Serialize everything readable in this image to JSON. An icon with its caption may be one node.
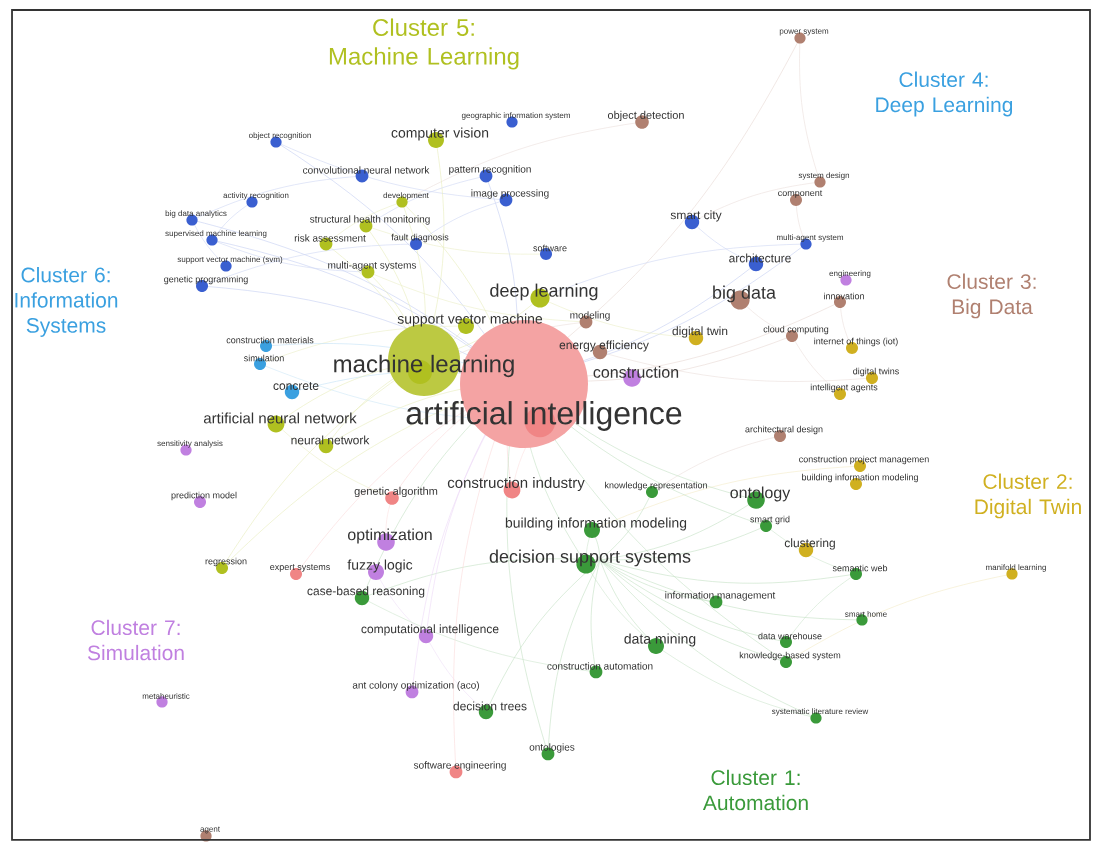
{
  "diagram": {
    "labels": [
      "power system",
      "Cluster 5: Machine Learning",
      "Cluster 4: Deep Learning",
      "geographic information system",
      "object detection",
      "object recognition",
      "computer vision",
      "convolutional neural network",
      "pattern recognition",
      "system design",
      "activity recognition",
      "development",
      "image processing",
      "component",
      "big data analytics",
      "structural health monitoring",
      "smart city",
      "supervised machine learning",
      "risk assessment",
      "fault diagnosis",
      "multi-agent system",
      "support vector machine (svm)",
      "software",
      "architecture",
      "multi-agent systems",
      "engineering",
      "genetic programming",
      "Cluster 6: Information Systems",
      "deep learning",
      "big data",
      "innovation",
      "Cluster 3: Big Data",
      "support vector machine",
      "modeling",
      "construction materials",
      "energy efficiency",
      "digital twin",
      "cloud computing",
      "internet of things (iot)",
      "simulation",
      "machine learning",
      "construction",
      "digital twins",
      "concrete",
      "intelligent agents",
      "artificial neural network",
      "artificial intelligence",
      "architectural design",
      "sensitivity analysis",
      "neural network",
      "construction project managemen",
      "prediction model",
      "genetic algorithm",
      "construction industry",
      "knowledge representation",
      "ontology",
      "building information modeling",
      "Cluster 2: Digital Twin",
      "building information modeling",
      "smart grid",
      "optimization",
      "clustering",
      "regression",
      "expert systems",
      "fuzzy logic",
      "decision support systems",
      "semantic web",
      "manifold learning",
      "case-based reasoning",
      "information management",
      "smart home",
      "Cluster 7: Simulation",
      "computational intelligence",
      "data mining",
      "data warehouse",
      "knowledge-based system",
      "construction automation",
      "metaheuristic",
      "ant colony optimization (aco)",
      "decision trees",
      "systematic literature review",
      "ontologies",
      "software engineering",
      "Cluster 1: Automation",
      "agent"
    ]
  }
}
